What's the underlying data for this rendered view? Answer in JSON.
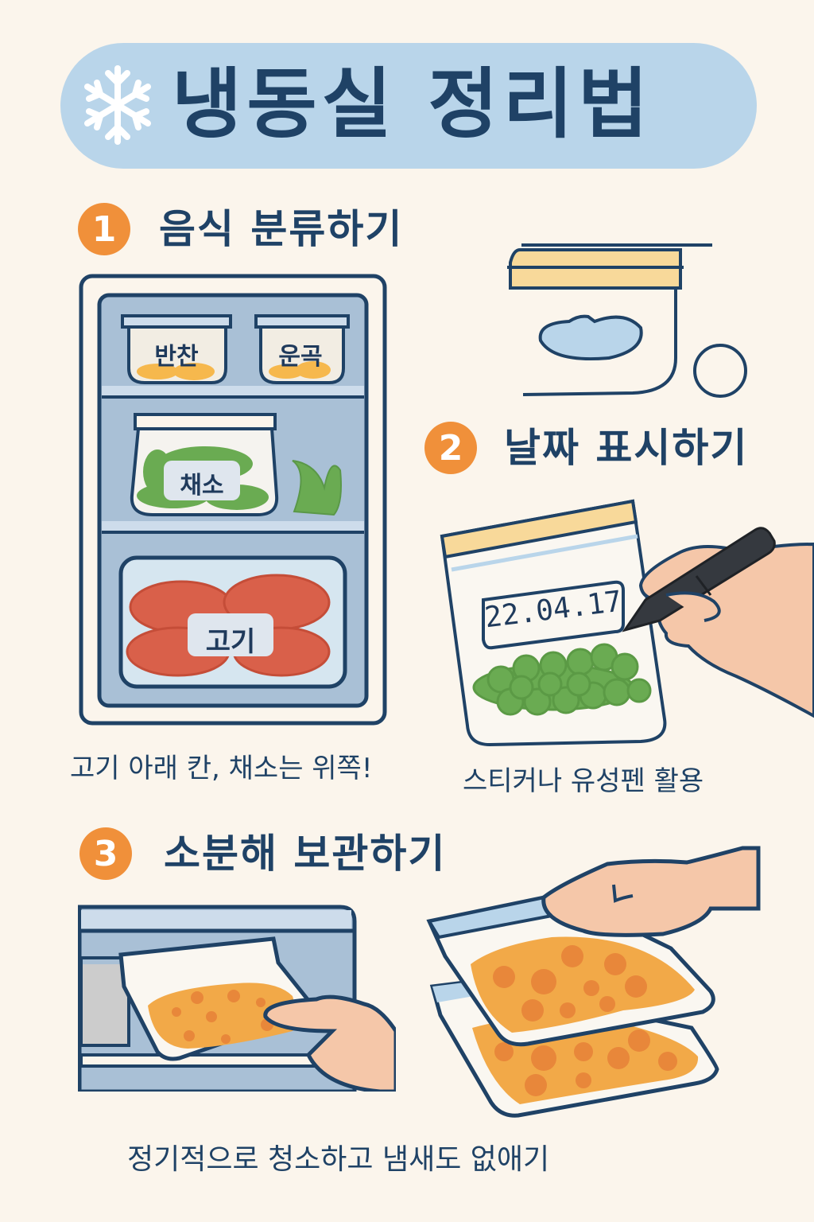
{
  "header": {
    "title": "냉동실 정리법",
    "icon": "snowflake-icon"
  },
  "colors": {
    "background": "#fbf5ec",
    "banner": "#b9d5ea",
    "navy": "#1f4266",
    "accent_orange": "#f0903a",
    "shelf_blue": "#a9c0d6",
    "lid_yellow": "#f8d99a",
    "veg_green": "#6aab52",
    "meat_red": "#d9604a",
    "skin": "#f5c7a9"
  },
  "steps": [
    {
      "number": "1",
      "title": "음식 분류하기",
      "caption": "고기 아래 칸, 채소는 위쪽!",
      "labels": [
        "반찬",
        "운곡",
        "채소",
        "고기"
      ]
    },
    {
      "number": "2",
      "title": "날짜 표시하기",
      "caption": "스티커나 유성펜 활용",
      "date_label": "22.04.17"
    },
    {
      "number": "3",
      "title": "소분해 보관하기"
    }
  ],
  "footer": {
    "text": "정기적으로 청소하고 냄새도 없애기"
  }
}
